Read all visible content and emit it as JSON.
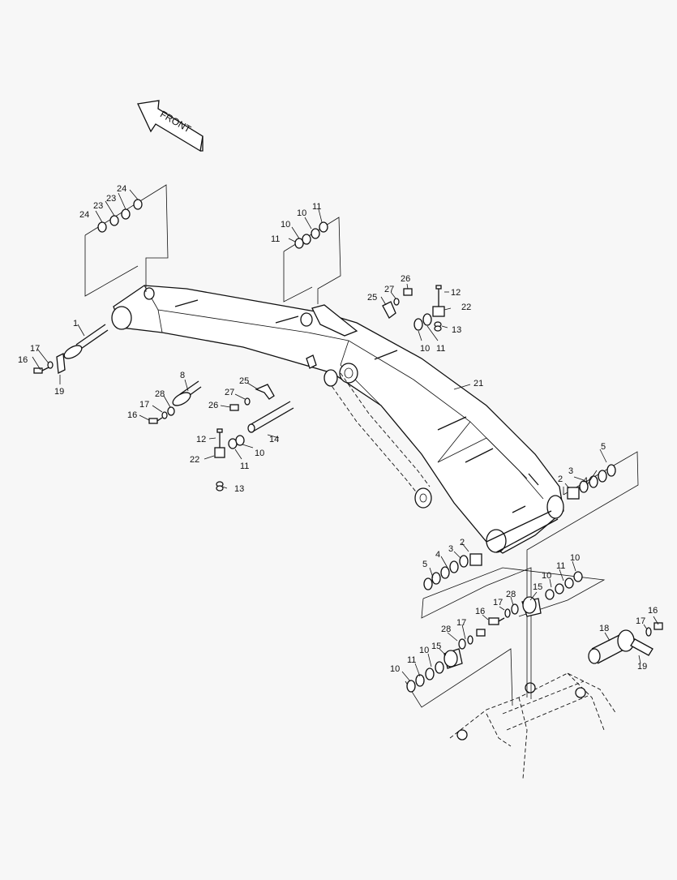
{
  "direction_arrow": {
    "label": "FRONT",
    "icon": "front-direction-arrow-icon"
  },
  "callouts": [
    {
      "id": "c1",
      "label": "1"
    },
    {
      "id": "c16a",
      "label": "16"
    },
    {
      "id": "c17a",
      "label": "17"
    },
    {
      "id": "c19a",
      "label": "19"
    },
    {
      "id": "c24a",
      "label": "24"
    },
    {
      "id": "c24b",
      "label": "24"
    },
    {
      "id": "c23a",
      "label": "23"
    },
    {
      "id": "c23b",
      "label": "23"
    },
    {
      "id": "c11a",
      "label": "11"
    },
    {
      "id": "c10a",
      "label": "10"
    },
    {
      "id": "c10b",
      "label": "10"
    },
    {
      "id": "c11b",
      "label": "11"
    },
    {
      "id": "c25a",
      "label": "25"
    },
    {
      "id": "c27a",
      "label": "27"
    },
    {
      "id": "c26a",
      "label": "26"
    },
    {
      "id": "c12a",
      "label": "12"
    },
    {
      "id": "c22a",
      "label": "22"
    },
    {
      "id": "c13a",
      "label": "13"
    },
    {
      "id": "c10c",
      "label": "10"
    },
    {
      "id": "c11c",
      "label": "11"
    },
    {
      "id": "c8",
      "label": "8"
    },
    {
      "id": "c25b",
      "label": "25"
    },
    {
      "id": "c27b",
      "label": "27"
    },
    {
      "id": "c26b",
      "label": "26"
    },
    {
      "id": "c28a",
      "label": "28"
    },
    {
      "id": "c17b",
      "label": "17"
    },
    {
      "id": "c16b",
      "label": "16"
    },
    {
      "id": "c14",
      "label": "14"
    },
    {
      "id": "c12b",
      "label": "12"
    },
    {
      "id": "c22b",
      "label": "22"
    },
    {
      "id": "c11d",
      "label": "11"
    },
    {
      "id": "c10d",
      "label": "10"
    },
    {
      "id": "c13b",
      "label": "13"
    },
    {
      "id": "c21",
      "label": "21"
    },
    {
      "id": "c5a",
      "label": "5"
    },
    {
      "id": "c4a",
      "label": "4"
    },
    {
      "id": "c3a",
      "label": "3"
    },
    {
      "id": "c2a",
      "label": "2"
    },
    {
      "id": "c2b",
      "label": "2"
    },
    {
      "id": "c3b",
      "label": "3"
    },
    {
      "id": "c4b",
      "label": "4"
    },
    {
      "id": "c5b",
      "label": "5"
    },
    {
      "id": "c10e",
      "label": "10"
    },
    {
      "id": "c11e",
      "label": "11"
    },
    {
      "id": "c10f",
      "label": "10"
    },
    {
      "id": "c15a",
      "label": "15"
    },
    {
      "id": "c28b",
      "label": "28"
    },
    {
      "id": "c17c",
      "label": "17"
    },
    {
      "id": "c16c",
      "label": "16"
    },
    {
      "id": "c28c",
      "label": "28"
    },
    {
      "id": "c17d",
      "label": "17"
    },
    {
      "id": "c15b",
      "label": "15"
    },
    {
      "id": "c10g",
      "label": "10"
    },
    {
      "id": "c11f",
      "label": "11"
    },
    {
      "id": "c10h",
      "label": "10"
    },
    {
      "id": "c18",
      "label": "18"
    },
    {
      "id": "c16d",
      "label": "16"
    },
    {
      "id": "c17e",
      "label": "17"
    },
    {
      "id": "c19b",
      "label": "19"
    }
  ]
}
